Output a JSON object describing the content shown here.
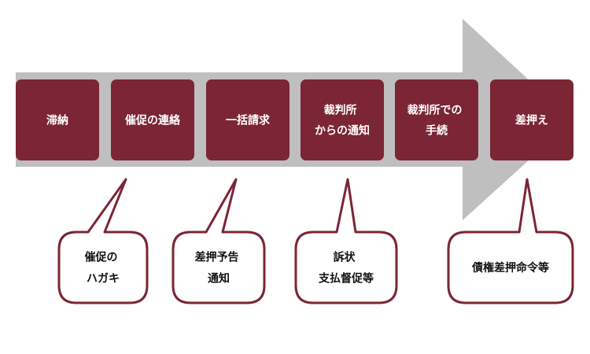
{
  "colors": {
    "arrow": "#bfbfbf",
    "box_fill": "#7b2535",
    "box_text": "#ffffff",
    "callout_stroke": "#7b2535",
    "callout_fill": "#ffffff",
    "callout_text": "#111111"
  },
  "steps": [
    {
      "lines": [
        "滞納"
      ]
    },
    {
      "lines": [
        "催促の連絡"
      ]
    },
    {
      "lines": [
        "一括請求"
      ]
    },
    {
      "lines": [
        "裁判所",
        "からの通知"
      ]
    },
    {
      "lines": [
        "裁判所での",
        "手続"
      ]
    },
    {
      "lines": [
        "差押え"
      ]
    }
  ],
  "callouts": [
    {
      "step_index": 1,
      "lines": [
        "催促の",
        "ハガキ"
      ]
    },
    {
      "step_index": 2,
      "lines": [
        "差押予告",
        "通知"
      ]
    },
    {
      "step_index": 3,
      "lines": [
        "訴状",
        "支払督促等"
      ]
    },
    {
      "step_index": 5,
      "lines": [
        "債権差押命令等"
      ]
    }
  ]
}
